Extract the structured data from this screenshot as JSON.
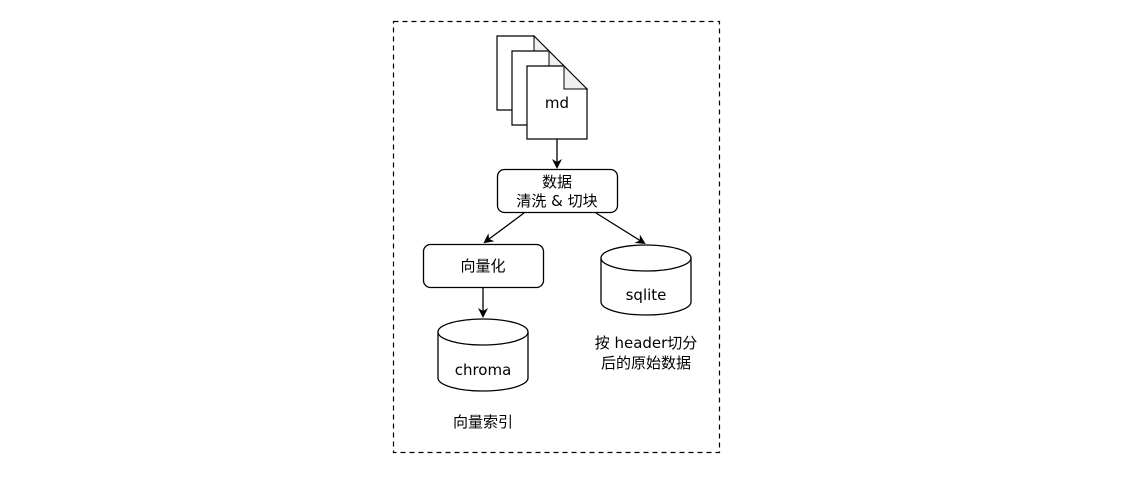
{
  "diagram": {
    "files": {
      "label": "md"
    },
    "clean_node": {
      "line1": "数据",
      "line2": "清洗 & 切块"
    },
    "vectorize_node": {
      "label": "向量化"
    },
    "sqlite_db": {
      "label": "sqlite",
      "caption_line1": "按 header切分",
      "caption_line2": "后的原始数据"
    },
    "chroma_db": {
      "label": "chroma",
      "caption": "向量索引"
    },
    "colors": {
      "stroke": "#000000",
      "fold_fill": "#f0f0f0",
      "fill": "#ffffff"
    }
  }
}
